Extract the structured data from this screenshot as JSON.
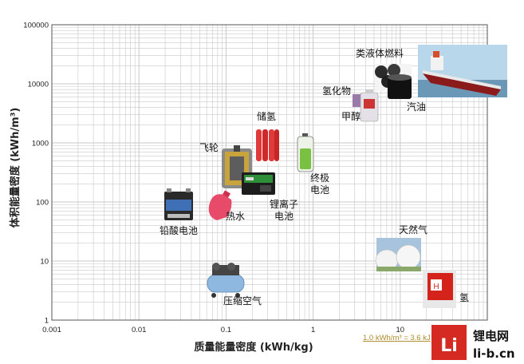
{
  "chart_data": {
    "type": "scatter",
    "x_scale": "log",
    "y_scale": "log",
    "xlim": [
      0.001,
      100
    ],
    "ylim": [
      1,
      100000
    ],
    "grid": true,
    "xlabel": "质量能量密度 (kWh/kg)",
    "ylabel": "体积能量密度 (kWh/m³)",
    "x_ticks": [
      "0.001",
      "0.01",
      "0.1",
      "1",
      "10"
    ],
    "y_ticks": [
      "100000",
      "10000",
      "1000",
      "100",
      "10",
      "1"
    ],
    "annotation": "1.0 kWh/m³ = 3.6 kJ",
    "points": [
      {
        "label": "类液体燃料",
        "x": 9,
        "y": 15000
      },
      {
        "label": "氢化物",
        "x": 4.5,
        "y": 5000
      },
      {
        "label": "甲醇",
        "x": 5.5,
        "y": 4200
      },
      {
        "label": "汽油",
        "x": 13,
        "y": 9500
      },
      {
        "label": "储氢",
        "x": 0.5,
        "y": 1000
      },
      {
        "label": "飞轮",
        "x": 0.15,
        "y": 350
      },
      {
        "label": "终极电池",
        "x": 1.0,
        "y": 700
      },
      {
        "label": "锂离子电池",
        "x": 0.25,
        "y": 150
      },
      {
        "label": "铅酸电池",
        "x": 0.035,
        "y": 90
      },
      {
        "label": "热水",
        "x": 0.09,
        "y": 60
      },
      {
        "label": "天然气",
        "x": 12,
        "y": 12
      },
      {
        "label": "氢",
        "x": 33,
        "y": 3
      },
      {
        "label": "压缩空气",
        "x": 0.12,
        "y": 4
      }
    ]
  },
  "watermark": {
    "brand": "锂电网",
    "site": "li-b.cn",
    "logo_letter": "Li"
  },
  "colors": {
    "grid": "#c9c9c9",
    "axis": "#555555",
    "watermark_red": "#d42a22",
    "note": "#b08a2a"
  },
  "icons": [
    "fuel-barrels-icon",
    "oil-tanker-icon",
    "hydride-bottle-icon",
    "gas-cylinders-icon",
    "flywheel-icon",
    "battery-icon",
    "li-ion-battery-icon",
    "car-battery-icon",
    "hot-water-bottle-icon",
    "gas-tanks-icon",
    "hydrogen-box-icon",
    "air-compressor-icon"
  ]
}
